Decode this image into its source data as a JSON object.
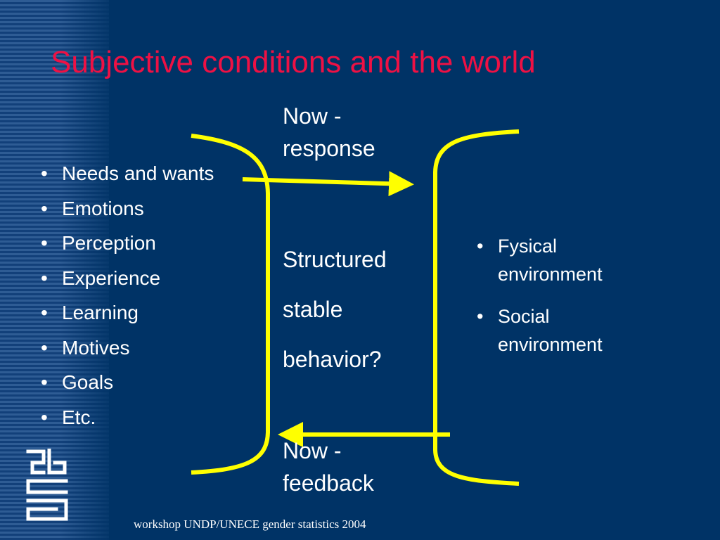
{
  "slide": {
    "title": "Subjective conditions and the world",
    "left_items": [
      "Needs and wants",
      "Emotions",
      "Perception",
      "Experience",
      "Learning",
      "Motives",
      "Goals",
      "Etc."
    ],
    "center": {
      "top": "Now - response",
      "middle": [
        "Structured",
        "stable",
        "behavior?"
      ],
      "bottom": "Now - feedback"
    },
    "right_items": [
      "Fysical environment",
      "Social environment"
    ],
    "footer": "workshop UNDP/UNECE gender statistics 2004"
  },
  "colors": {
    "background": "#003366",
    "title": "#ee1144",
    "text": "#ffffff",
    "diagram_lines": "#ffff00"
  },
  "icons": {
    "logo": "cbs-logo"
  }
}
